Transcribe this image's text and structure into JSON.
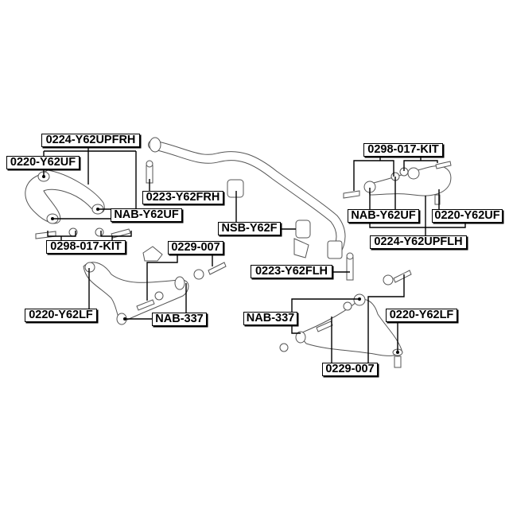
{
  "labels": {
    "upper_arm_rh": "0224-Y62UPFRH",
    "ball_joint_upper_rh": "0220-Y62UF",
    "bushing_upper_rh": "NAB-Y62UF",
    "kit_rh": "0298-017-KIT",
    "stab_link_rh": "0223-Y62FRH",
    "stab_bushing": "NSB-Y62F",
    "bolt_lower_rh": "0229-007",
    "ball_joint_lower_rh": "0220-Y62LF",
    "bushing_lower_rh": "NAB-337",
    "kit_lh": "0298-017-KIT",
    "bushing_upper_lh": "NAB-Y62UF",
    "ball_joint_upper_lh": "0220-Y62UF",
    "upper_arm_lh": "0224-Y62UPFLH",
    "stab_link_lh": "0223-Y62FLH",
    "bushing_lower_lh": "NAB-337",
    "ball_joint_lower_lh": "0220-Y62LF",
    "bolt_lower_lh": "0229-007"
  }
}
